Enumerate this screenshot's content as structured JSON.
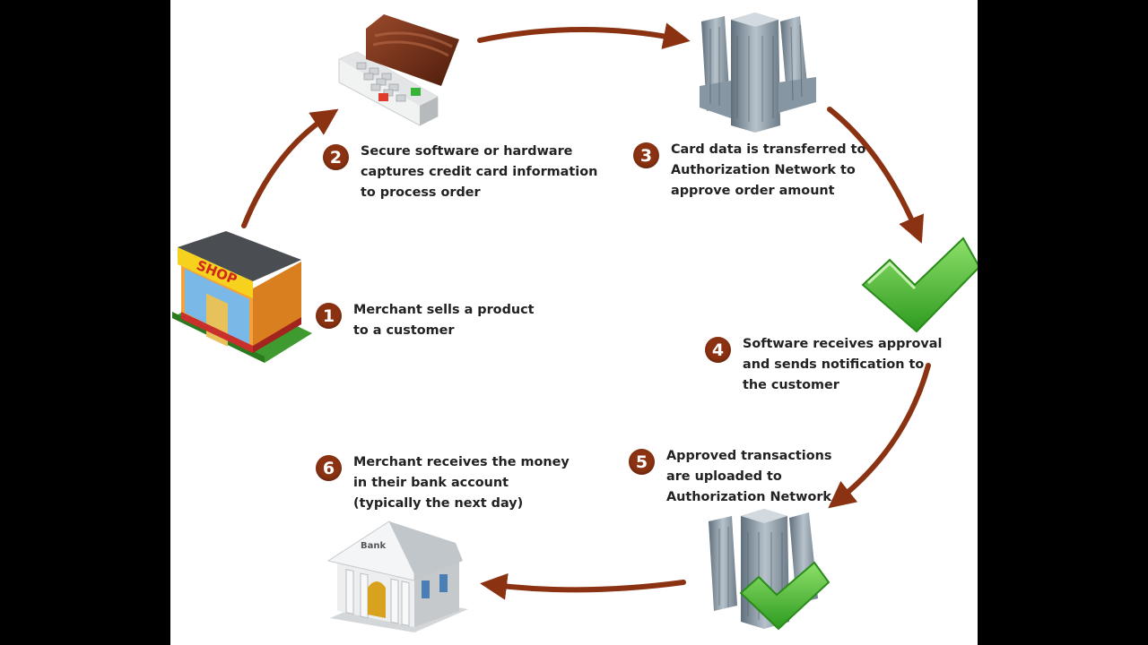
{
  "colors": {
    "arrow": "#8a3211",
    "badge": "#8a3211",
    "check": "#3fae2a",
    "background": "#ffffff",
    "letterbox": "#000000"
  },
  "icons": {
    "shop": {
      "sign": "SHOP"
    },
    "bank": {
      "sign": "Bank"
    }
  },
  "steps": [
    {
      "number": "1",
      "lines": [
        "Merchant sells a product",
        "to a customer"
      ]
    },
    {
      "number": "2",
      "lines": [
        "Secure software or hardware",
        "captures credit card information",
        "to process order"
      ]
    },
    {
      "number": "3",
      "lines": [
        "Card data is transferred to",
        "Authorization Network to",
        "approve order amount"
      ]
    },
    {
      "number": "4",
      "lines": [
        "Software receives approval",
        "and sends notification to",
        "the customer"
      ]
    },
    {
      "number": "5",
      "lines": [
        "Approved transactions",
        "are uploaded to",
        "Authorization Network"
      ]
    },
    {
      "number": "6",
      "lines": [
        "Merchant receives the money",
        "in their bank account",
        "(typically the next day)"
      ]
    }
  ]
}
